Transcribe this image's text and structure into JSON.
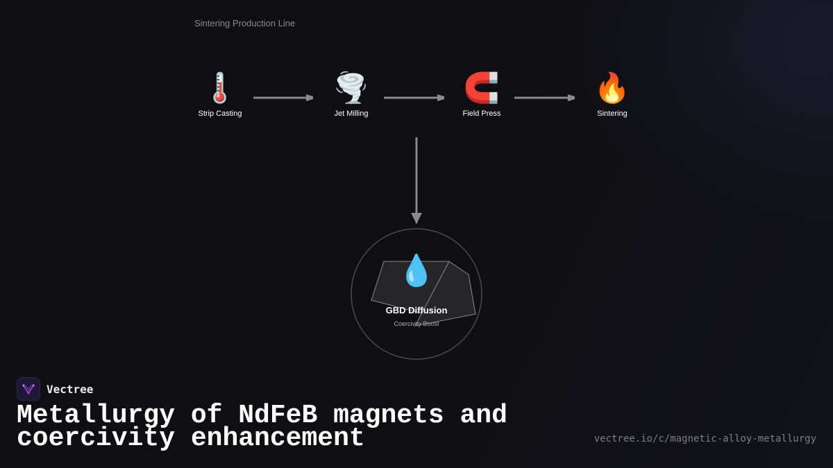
{
  "diagram": {
    "title": "Sintering Production Line",
    "stages": [
      {
        "icon": "thermometer-icon",
        "emoji": "🌡️",
        "label": "Strip Casting"
      },
      {
        "icon": "tornado-icon",
        "emoji": "🌪️",
        "label": "Jet Milling"
      },
      {
        "icon": "magnet-icon",
        "emoji": "🧲",
        "label": "Field Press"
      },
      {
        "icon": "fire-icon",
        "emoji": "🔥",
        "label": "Sintering"
      }
    ],
    "core": {
      "icon": "droplet-icon",
      "emoji": "💧",
      "label": "GBD Diffusion",
      "sublabel": "Coercivity Boost"
    }
  },
  "brand": {
    "name": "Vectree",
    "accent": "#b04ad8"
  },
  "headline": "Metallurgy of NdFeB magnets and coercivity enhancement",
  "url": "vectree.io/c/magnetic-alloy-metallurgy"
}
